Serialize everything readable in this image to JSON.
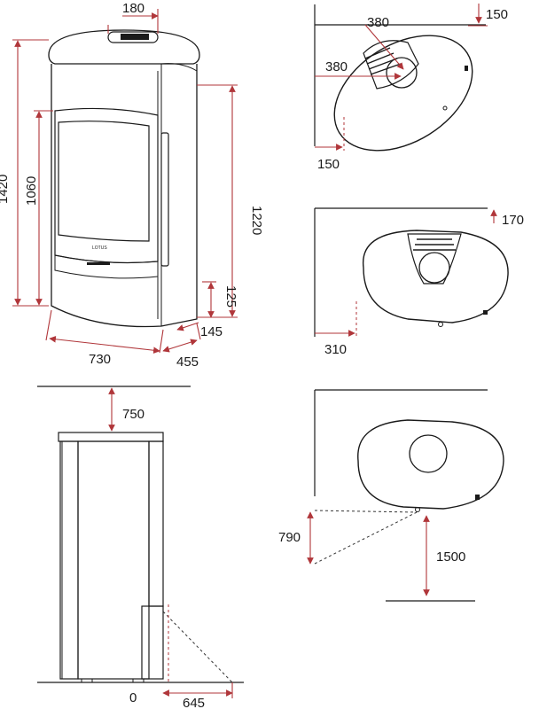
{
  "figure": {
    "colors": {
      "dimension": "#b0363a",
      "outline": "#1a1a1a"
    },
    "front_view": {
      "dims": {
        "top_width": "180",
        "height_total": "1420",
        "door_height": "1060",
        "flue_height": "1220",
        "base_height": "125",
        "side_offset": "145",
        "width": "730",
        "depth": "455"
      },
      "brand_mark": "LOTUS"
    },
    "plan_corner": {
      "dims": {
        "back_clearance": "150",
        "vent_a": "380",
        "vent_b": "380",
        "side_clearance": "150"
      }
    },
    "plan_rear": {
      "dims": {
        "rear_clearance": "170",
        "side_clearance": "310"
      }
    },
    "side_view": {
      "dims": {
        "top_clearance": "750",
        "floor_origin": "0",
        "front_clearance": "645"
      }
    },
    "plan_front": {
      "dims": {
        "side_clearance": "790",
        "front_clearance": "1500"
      }
    }
  }
}
